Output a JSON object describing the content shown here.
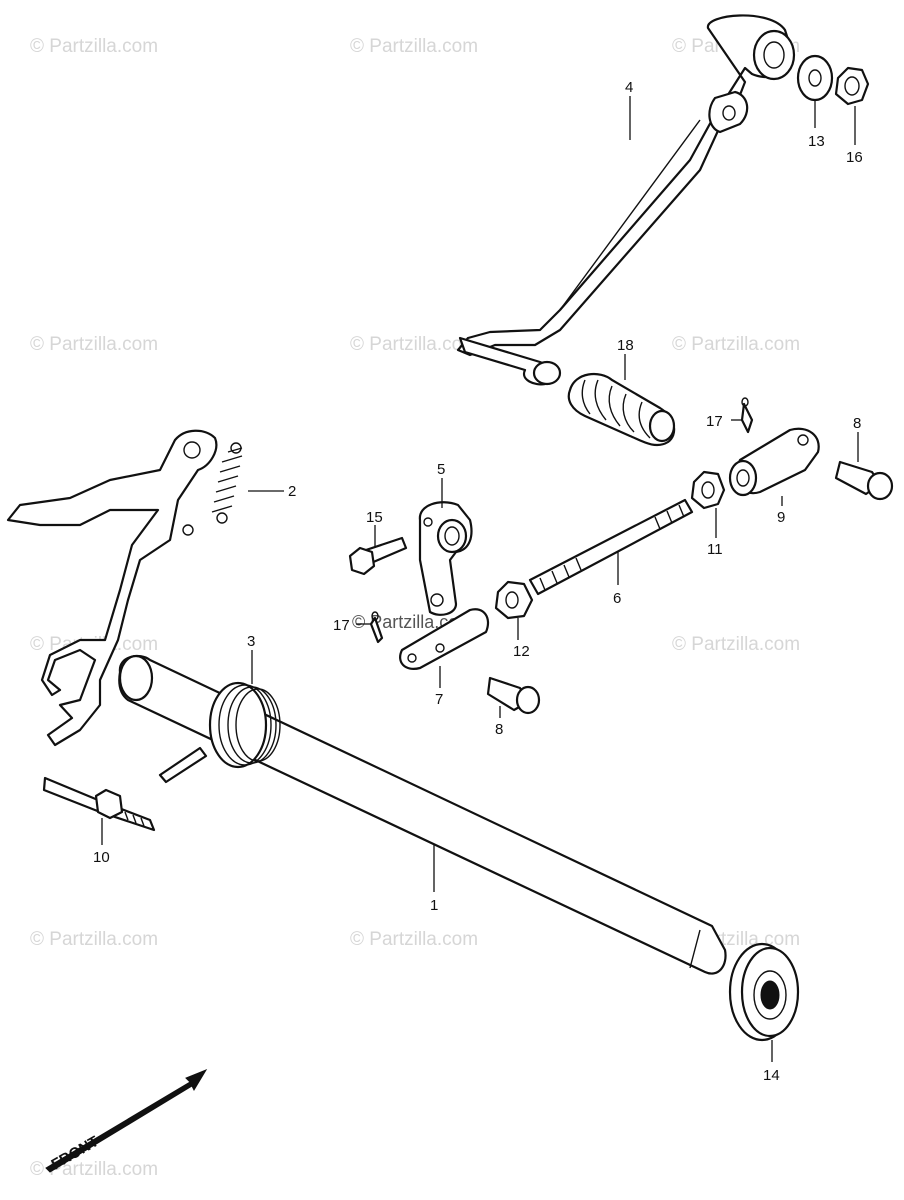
{
  "watermarks": [
    "© Partzilla.com",
    "© Partzilla.com",
    "© Partzilla.com",
    "© Partzilla.com",
    "© Partzilla.com",
    "© Partzilla.com",
    "© Partzilla.com",
    "© Partzilla.com",
    "© Partzilla.com",
    "© Partzilla.com",
    "© Partzilla.com",
    "© Partzilla.com",
    "© Partzilla.com"
  ],
  "callouts": {
    "p1": "1",
    "p2": "2",
    "p3": "3",
    "p4": "4",
    "p5": "5",
    "p6": "6",
    "p7": "7",
    "p8a": "8",
    "p8b": "8",
    "p9": "9",
    "p10": "10",
    "p11": "11",
    "p12": "12",
    "p13": "13",
    "p14": "14",
    "p15": "15",
    "p16": "16",
    "p17a": "17",
    "p17b": "17",
    "p18": "18"
  },
  "front_label": "FRONT"
}
